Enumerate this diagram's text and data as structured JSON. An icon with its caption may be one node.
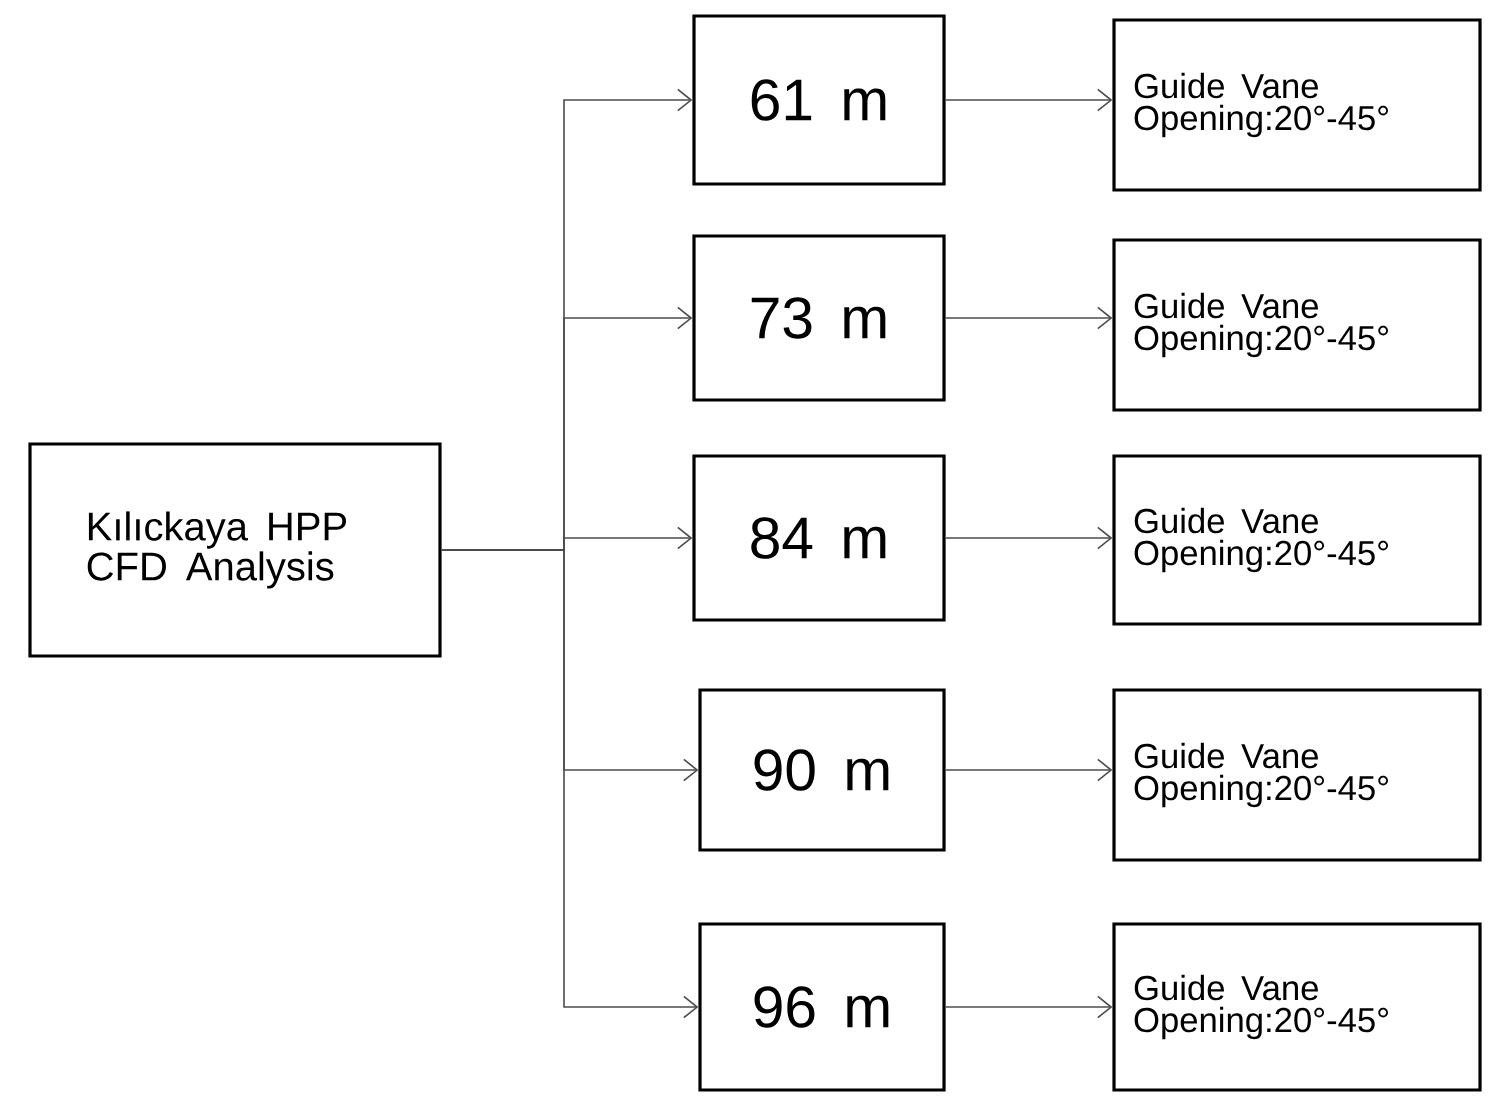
{
  "diagram": {
    "nodes": [
      {
        "text": [
          "Kılıckaya HPP CFD Analysis"
        ]
      },
      {
        "text": [
          "61 m"
        ]
      },
      {
        "text": [
          "73 m"
        ]
      },
      {
        "text": [
          "84 m"
        ]
      },
      {
        "text": [
          "90 m"
        ]
      },
      {
        "text": [
          "96 m"
        ]
      },
      {
        "text": [
          "Guide Vane Opening:20°-45°"
        ]
      },
      {
        "text": [
          "Guide Vane Opening:20°-45°"
        ]
      },
      {
        "text": [
          "Guide Vane Opening:20°-45°"
        ]
      },
      {
        "text": [
          "Guide Vane Opening:20°-45°"
        ]
      },
      {
        "text": [
          "Guide Vane Opening:20°-45°"
        ]
      }
    ],
    "edges": [
      {
        "from": 0,
        "to": 1,
        "arrow": "to"
      },
      {
        "from": 0,
        "to": 2,
        "arrow": "to"
      },
      {
        "from": 0,
        "to": 3,
        "arrow": "to"
      },
      {
        "from": 0,
        "to": 4,
        "arrow": "to"
      },
      {
        "from": 0,
        "to": 5,
        "arrow": "to"
      },
      {
        "from": 1,
        "to": 6,
        "arrow": "to"
      },
      {
        "from": 2,
        "to": 7,
        "arrow": "to"
      },
      {
        "from": 3,
        "to": 8,
        "arrow": "to"
      },
      {
        "from": 4,
        "to": 9,
        "arrow": "to"
      },
      {
        "from": 5,
        "to": 10,
        "arrow": "to"
      }
    ]
  }
}
